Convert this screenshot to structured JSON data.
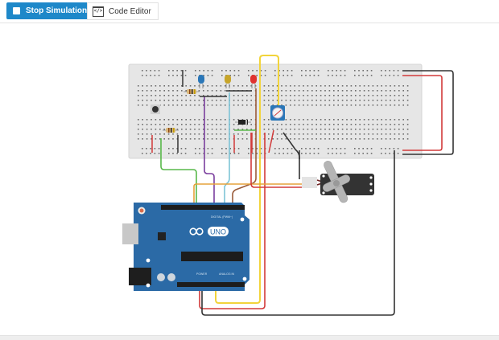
{
  "toolbar": {
    "stop_simulation_label": "Stop Simulation",
    "code_editor_label": "Code Editor",
    "stop_icon": "stop-square-icon",
    "code_icon": "code-window-icon"
  },
  "components": {
    "breadboard": "breadboard",
    "arduino": {
      "board_label": "UNO",
      "brand_icon": "arduino-infinity-logo",
      "header_digital": "DIGITAL (PWM~)",
      "header_power": "POWER",
      "header_analog": "ANALOG IN"
    },
    "leds": [
      {
        "color_name": "blue",
        "color": "#2a77b8"
      },
      {
        "color_name": "yellow",
        "color": "#c7a52a"
      },
      {
        "color_name": "red",
        "color": "#e0322f"
      }
    ],
    "potentiometer": "potentiometer",
    "pushbutton": "pushbutton",
    "servo": "micro-servo",
    "resistors": 2,
    "diode": "diode"
  },
  "colors": {
    "accent": "#1e88c9",
    "wire_red": "#d23a3a",
    "wire_black": "#333333",
    "wire_yellow": "#f2d43b",
    "wire_green": "#58b84a",
    "wire_purple": "#7b3f9e",
    "wire_cyan": "#7ec4d6",
    "wire_orange": "#e6a23c",
    "wire_brown": "#9a5b3a",
    "board_blue": "#2b6aa6"
  }
}
